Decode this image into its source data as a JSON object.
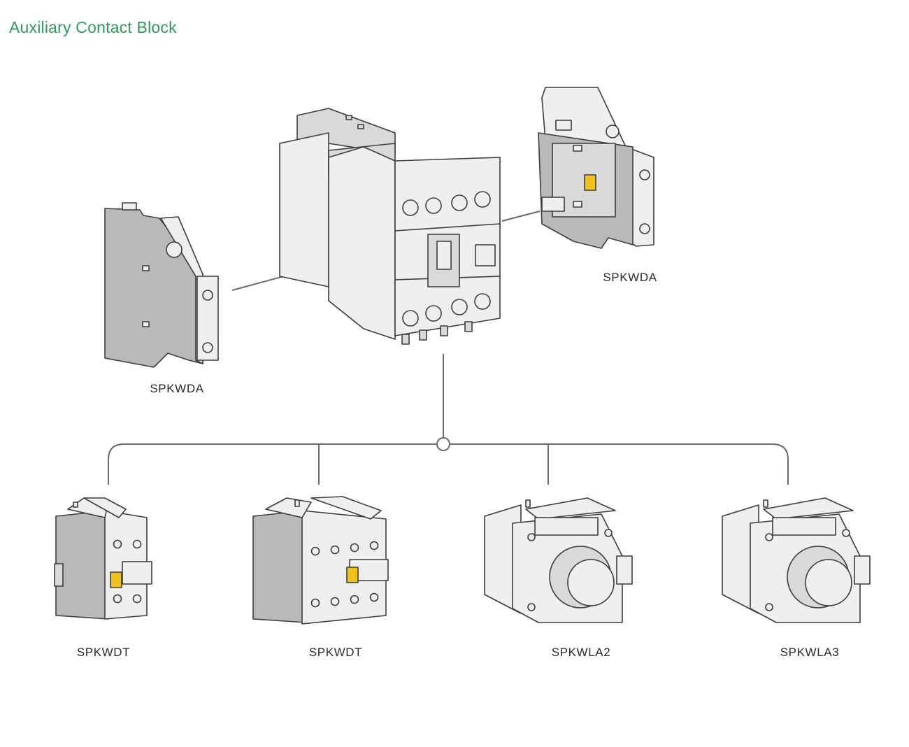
{
  "title": "Auxiliary Contact Block",
  "colors": {
    "title": "#2e9a58",
    "line": "#6b6b6b",
    "body_light": "#efefef",
    "body_mid": "#d9d9d9",
    "body_dark": "#b9b9b9",
    "outline": "#3c3c3c",
    "accent": "#f2c21b",
    "label": "#2a2a2a"
  },
  "components": {
    "center": {
      "name": "contactor"
    },
    "left": {
      "label": "SPKWDA"
    },
    "right": {
      "label": "SPKWDA"
    },
    "bottom": [
      {
        "label": "SPKWDT"
      },
      {
        "label": "SPKWDT"
      },
      {
        "label": "SPKWLA2"
      },
      {
        "label": "SPKWLA3"
      }
    ]
  }
}
